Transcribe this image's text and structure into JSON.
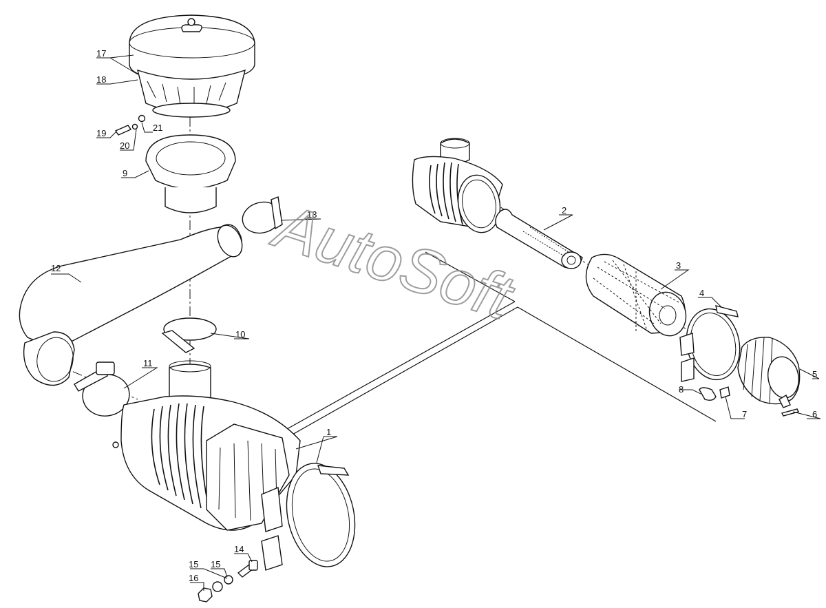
{
  "watermark": "AutoSoft",
  "callouts": {
    "c1": "1",
    "c2": "2",
    "c3": "3",
    "c4": "4",
    "c5": "5",
    "c6": "6",
    "c7": "7",
    "c8": "8",
    "c9": "9",
    "c10": "10",
    "c11": "11",
    "c12": "12",
    "c13": "13",
    "c14": "14",
    "c15a": "15",
    "c15b": "15",
    "c16": "16",
    "c17": "17",
    "c18": "18",
    "c19": "19",
    "c20": "20",
    "c21": "21"
  }
}
